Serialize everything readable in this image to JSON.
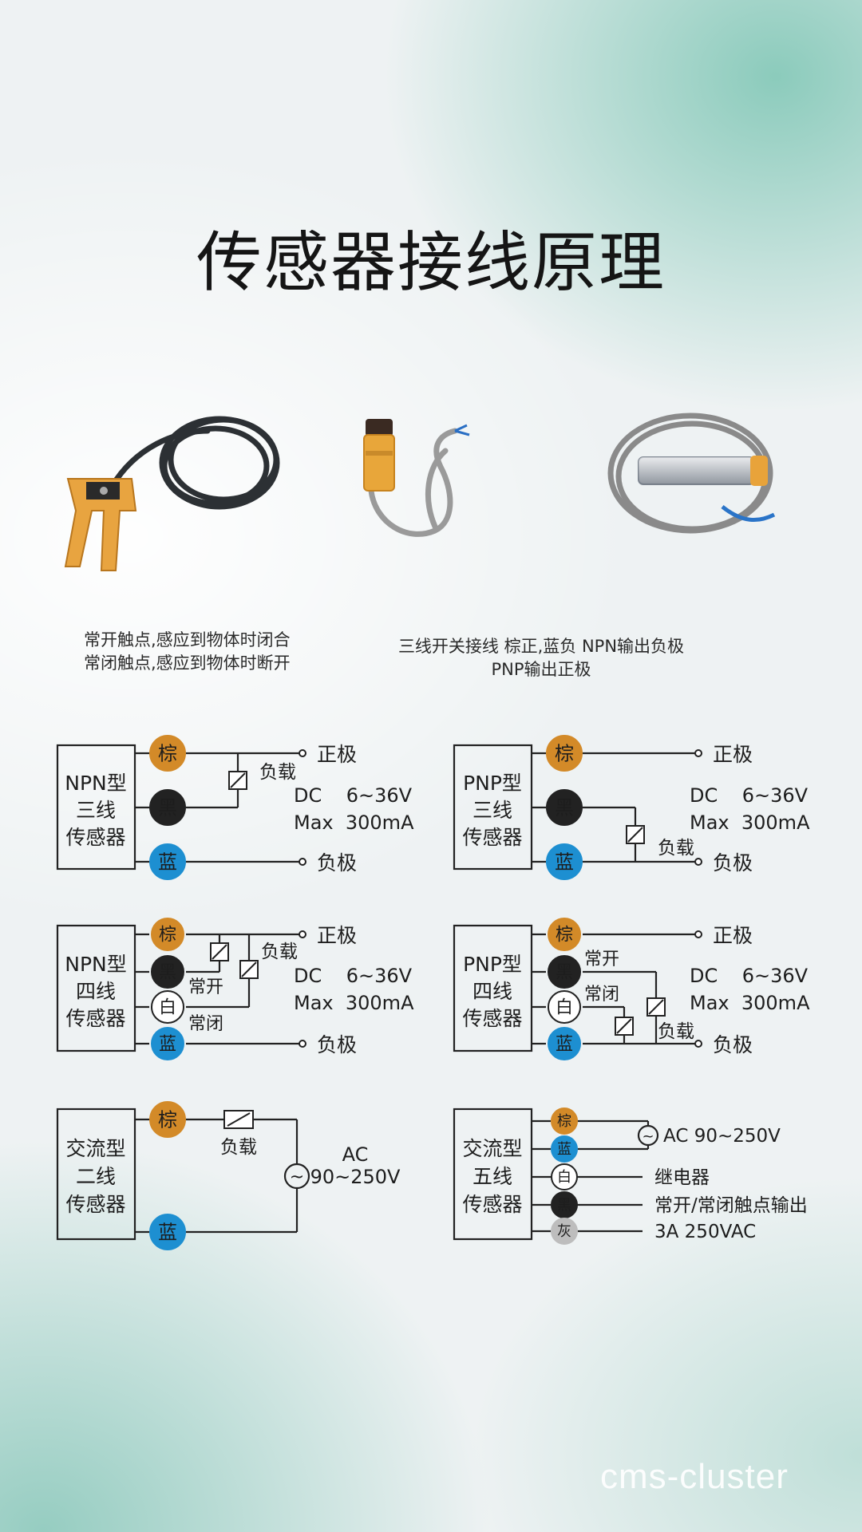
{
  "title": "传感器接线原理",
  "captions": {
    "left_line1": "常开触点,感应到物体时闭合",
    "left_line2": "常闭触点,感应到物体时断开",
    "right_line1": "三线开关接线 棕正,蓝负 NPN输出负极",
    "right_line2": "PNP输出正极"
  },
  "wire_colors": {
    "brown": {
      "label": "棕",
      "color": "#d38a28"
    },
    "black": {
      "label": "黑",
      "color": "#222222"
    },
    "white": {
      "label": "白",
      "color": "#ffffff"
    },
    "blue": {
      "label": "蓝",
      "color": "#1d8fd1"
    },
    "gray": {
      "label": "灰",
      "color": "#bdbdbd"
    }
  },
  "diagrams": {
    "npn3": {
      "box": [
        "NPN型",
        "三线",
        "传感器"
      ],
      "load": "负载",
      "pos": "正极",
      "neg": "负极",
      "dc": "DC    6~36V",
      "max": "Max  300mA"
    },
    "pnp3": {
      "box": [
        "PNP型",
        "三线",
        "传感器"
      ],
      "load": "负载",
      "pos": "正极",
      "neg": "负极",
      "dc": "DC    6~36V",
      "max": "Max  300mA"
    },
    "npn4": {
      "box": [
        "NPN型",
        "四线",
        "传感器"
      ],
      "load": "负载",
      "pos": "正极",
      "neg": "负极",
      "no": "常开",
      "nc": "常闭",
      "dc": "DC    6~36V",
      "max": "Max  300mA"
    },
    "pnp4": {
      "box": [
        "PNP型",
        "四线",
        "传感器"
      ],
      "load": "负载",
      "pos": "正极",
      "neg": "负极",
      "no": "常开",
      "nc": "常闭",
      "dc": "DC    6~36V",
      "max": "Max  300mA"
    },
    "ac2": {
      "box": [
        "交流型",
        "二线",
        "传感器"
      ],
      "load": "负载",
      "ac": "AC",
      "volt": "90~250V"
    },
    "ac5": {
      "box": [
        "交流型",
        "五线",
        "传感器"
      ],
      "ac_volt": "AC 90~250V",
      "relay": "继电器",
      "contact": "常开/常闭触点输出",
      "rating": "3A 250VAC"
    }
  },
  "watermark": "cms-cluster"
}
